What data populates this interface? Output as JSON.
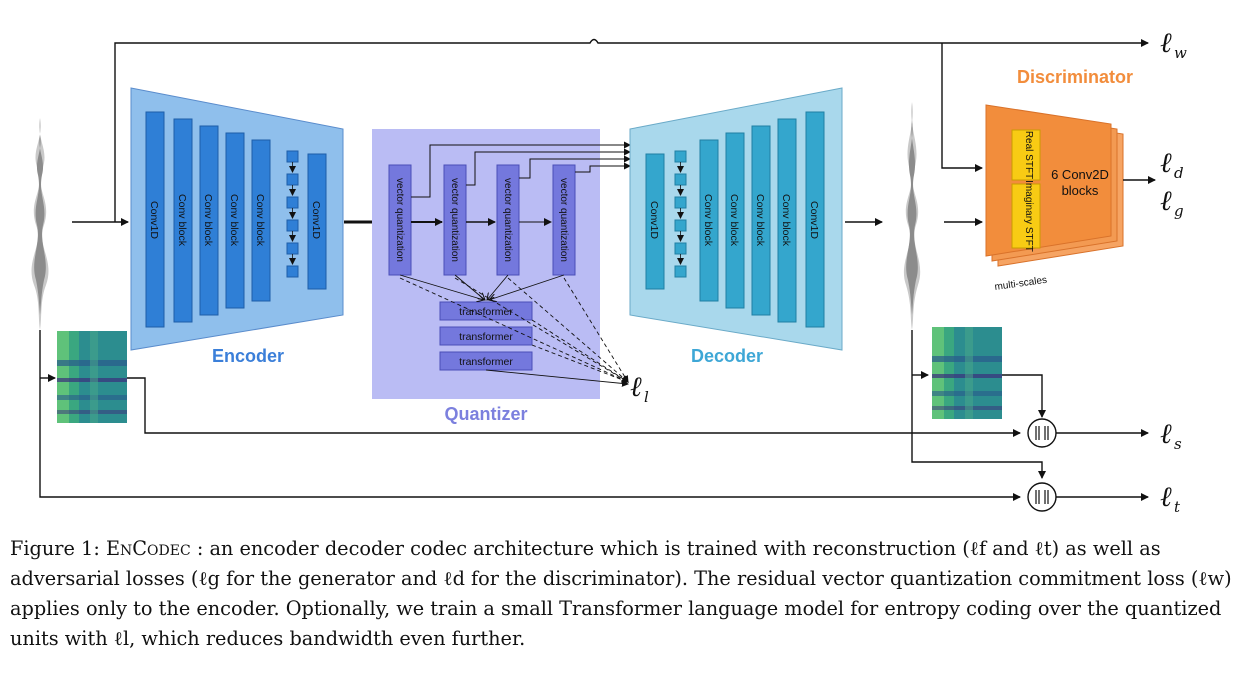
{
  "diagram": {
    "encoder": {
      "title": "Encoder",
      "blocks": [
        "Conv1D",
        "Conv block",
        "Conv block",
        "Conv block",
        "Conv block",
        "Conv1D"
      ]
    },
    "quantizer": {
      "title": "Quantizer",
      "vq_label": "vector quantization",
      "transformer_label": "transformer"
    },
    "decoder": {
      "title": "Decoder",
      "blocks": [
        "Conv1D",
        "Conv block",
        "Conv block",
        "Conv block",
        "Conv block",
        "Conv1D"
      ]
    },
    "discriminator": {
      "title": "Discriminator",
      "real_stft": "Real STFT",
      "imag_stft": "Imaginary STFT",
      "blocks_line1": "6 Conv2D",
      "blocks_line2": "blocks",
      "multiscale": "multi-scales"
    },
    "losses": {
      "w": "ℓ",
      "w_sub": "w",
      "d": "ℓ",
      "d_sub": "d",
      "g": "ℓ",
      "g_sub": "g",
      "l": "ℓ",
      "l_sub": "l",
      "s": "ℓ",
      "s_sub": "s",
      "t": "ℓ",
      "t_sub": "t"
    },
    "colors": {
      "encoder_fill": "#8fbfec",
      "encoder_block": "#2f7fd6",
      "quantizer_bg": "#babcf4",
      "vq_block": "#7478dd",
      "decoder_fill": "#a9d8ec",
      "decoder_block": "#34a6cd",
      "discriminator": "#f28d3c",
      "stft": "#f8cb14",
      "encoder_title": "#3b7fd9",
      "decoder_title": "#3ea7d6",
      "quantizer_title": "#7c80de",
      "disc_title": "#f28d3c"
    }
  },
  "caption": {
    "prefix": "Figure 1: ",
    "name": "EnCodec",
    "text": " : an encoder decoder codec architecture which is trained with reconstruction (ℓf and ℓt) as well as adversarial losses (ℓg for the generator and ℓd for the discriminator). The residual vector quantization commitment loss (ℓw) applies only to the encoder. Optionally, we train a small Transformer language model for entropy coding over the quantized units with ℓl, which reduces bandwidth even further."
  }
}
